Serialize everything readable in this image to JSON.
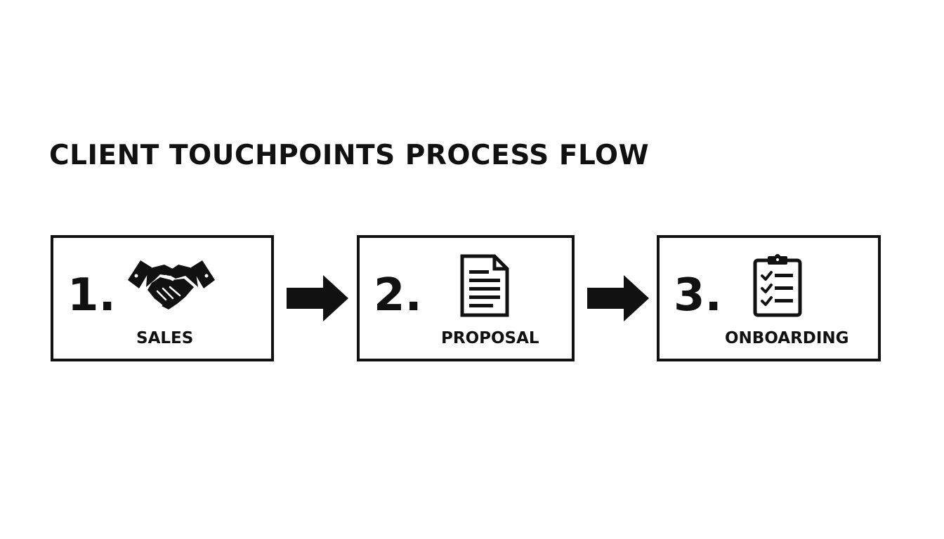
{
  "diagram": {
    "title": "CLIENT TOUCHPOINTS PROCESS FLOW",
    "steps": [
      {
        "number": "1.",
        "label": "SALES",
        "icon": "handshake-icon"
      },
      {
        "number": "2.",
        "label": "PROPOSAL",
        "icon": "document-icon"
      },
      {
        "number": "3.",
        "label": "ONBOARDING",
        "icon": "clipboard-checklist-icon"
      }
    ],
    "connectors": [
      "arrow-right-icon",
      "arrow-right-icon"
    ],
    "colors": {
      "ink": "#111111",
      "background": "#ffffff"
    }
  }
}
